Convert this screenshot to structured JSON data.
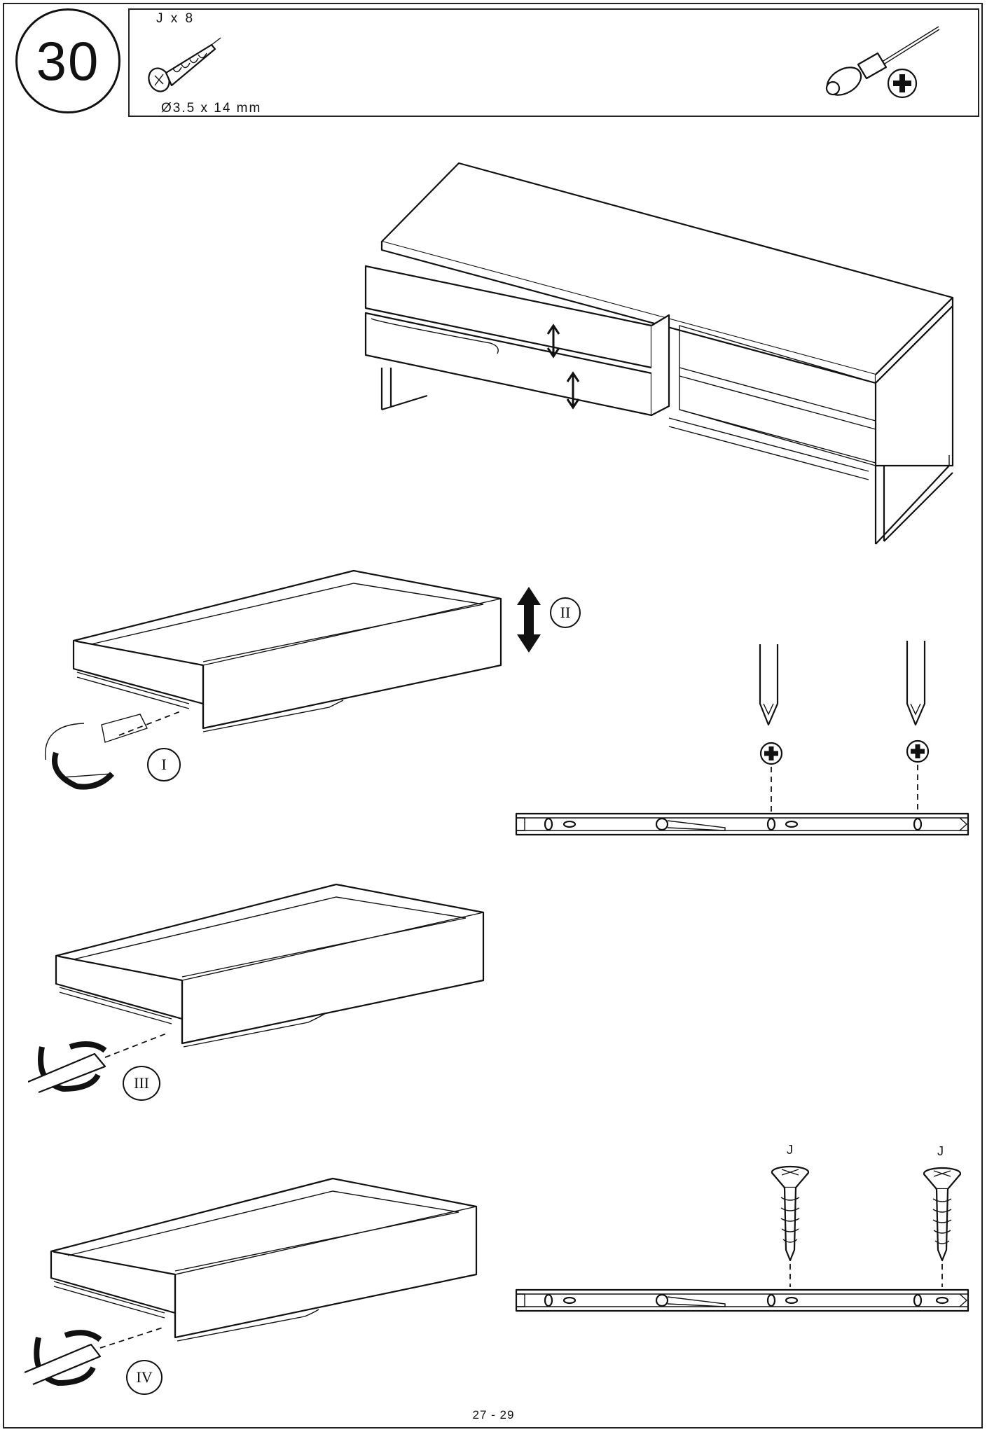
{
  "step": {
    "number": "30"
  },
  "parts": {
    "quantity": "J x 8",
    "size": "Ø3.5 x 14 mm"
  },
  "tool": {
    "icon": "phillips-screwdriver-icon"
  },
  "labels": {
    "step_i": "I",
    "step_ii": "II",
    "step_iii": "III",
    "step_iv": "IV",
    "screw_j_left": "J",
    "screw_j_right": "J"
  },
  "footer": {
    "page": "27 - 29"
  }
}
